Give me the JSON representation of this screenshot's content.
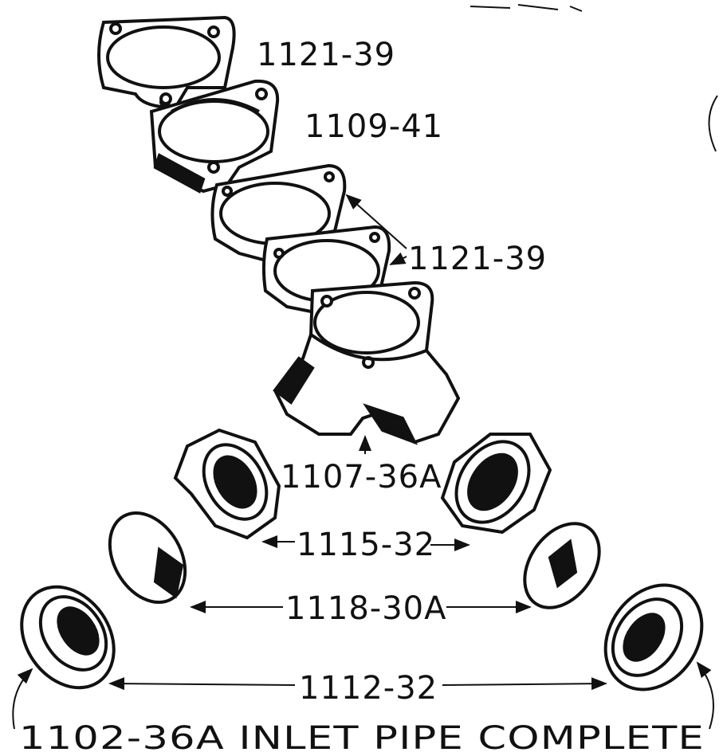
{
  "labels": {
    "top_gasket": "1121-39",
    "flange": "1109-41",
    "mid_gaskets": "1121-39",
    "body": "1107-36A",
    "nuts": "1115-32",
    "sleeves": "1118-30A",
    "adapters": "1112-32",
    "assembly": "1102-36A INLET PIPE COMPLETE"
  },
  "colors": {
    "ink": "#111111",
    "paper": "#ffffff"
  }
}
